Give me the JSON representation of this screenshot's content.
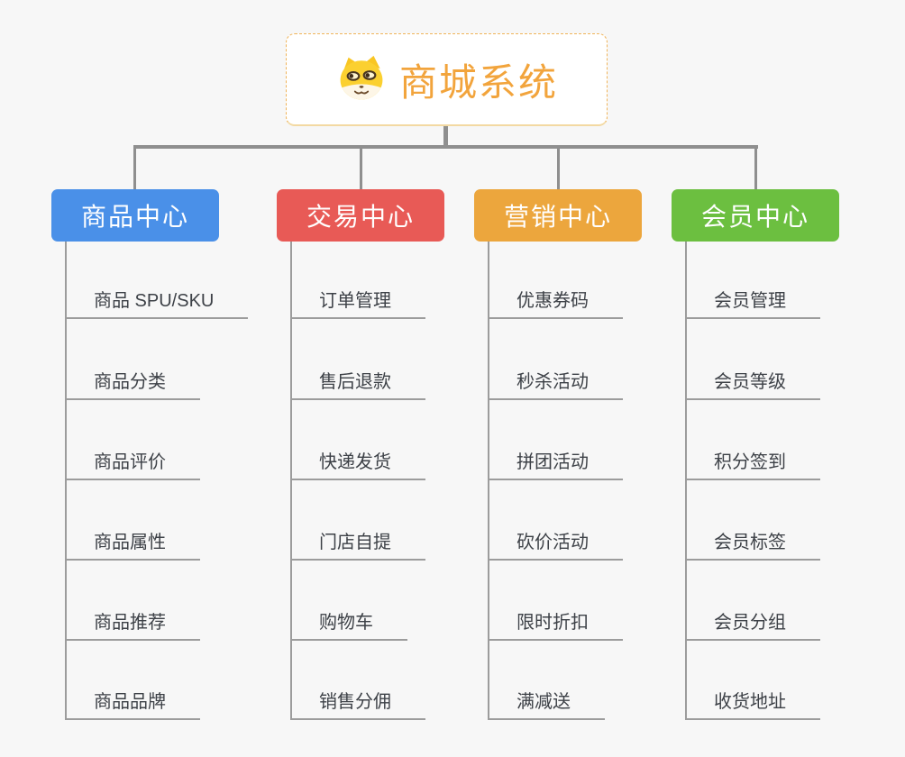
{
  "root": {
    "title": "商城系统",
    "icon": "shiba-dog-icon"
  },
  "branches": [
    {
      "label": "商品中心",
      "color": "#4a90e8",
      "items": [
        "商品 SPU/SKU",
        "商品分类",
        "商品评价",
        "商品属性",
        "商品推荐",
        "商品品牌"
      ]
    },
    {
      "label": "交易中心",
      "color": "#e85a56",
      "items": [
        "订单管理",
        "售后退款",
        "快递发货",
        "门店自提",
        "购物车",
        "销售分佣"
      ]
    },
    {
      "label": "营销中心",
      "color": "#eca63d",
      "items": [
        "优惠券码",
        "秒杀活动",
        "拼团活动",
        "砍价活动",
        "限时折扣",
        "满减送"
      ]
    },
    {
      "label": "会员中心",
      "color": "#6cbf40",
      "items": [
        "会员管理",
        "会员等级",
        "积分签到",
        "会员标签",
        "会员分组",
        "收货地址"
      ]
    }
  ],
  "colors": {
    "background": "#f7f7f7",
    "connector": "#8f8f8f",
    "leaf_line": "#9c9c9c",
    "title_text": "#f2a43c",
    "root_border": "#f0b45a"
  }
}
